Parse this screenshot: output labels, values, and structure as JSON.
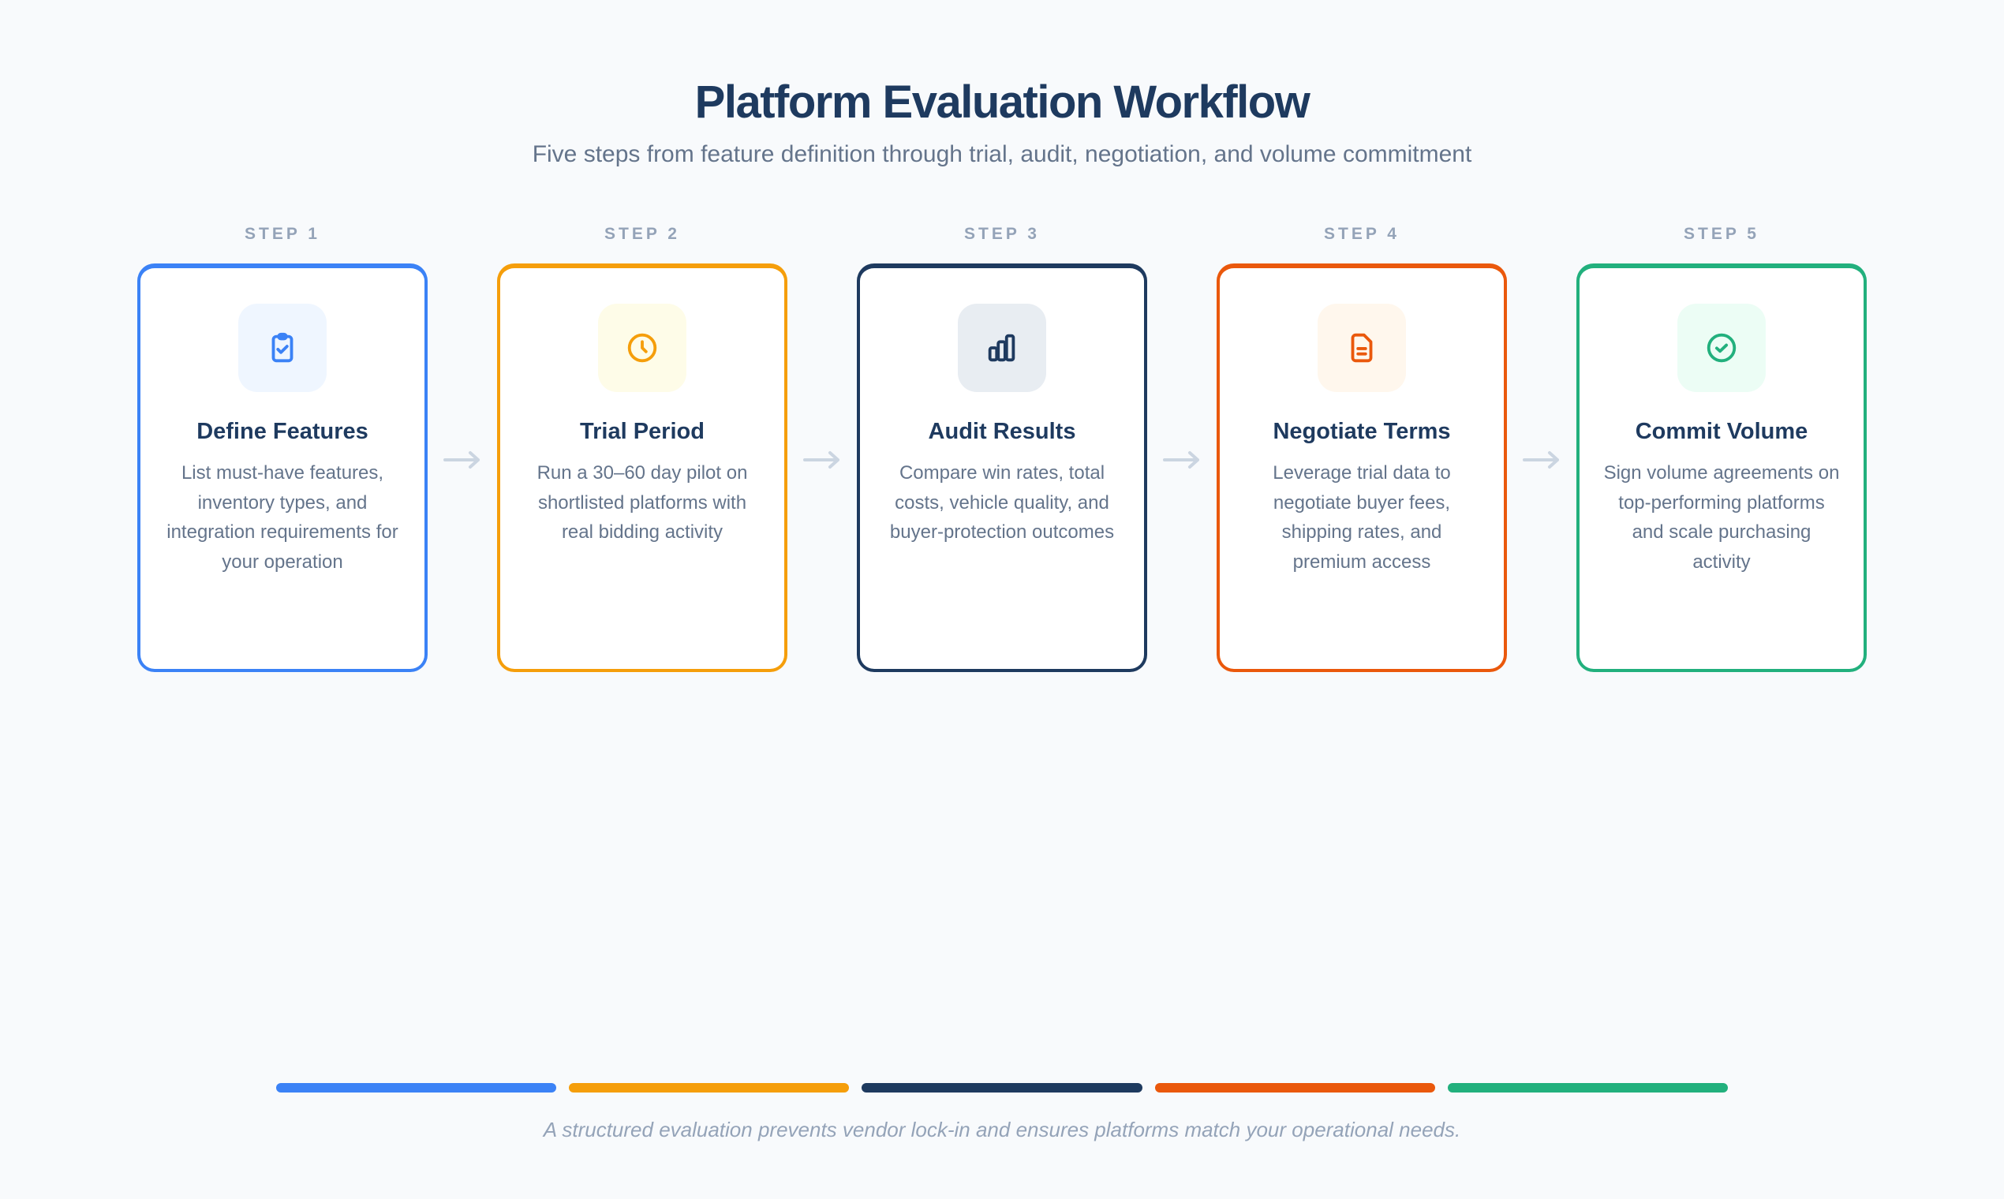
{
  "header": {
    "title": "Platform Evaluation Workflow",
    "subtitle": "Five steps from feature definition through trial, audit, negotiation, and volume commitment"
  },
  "steps": [
    {
      "label": "STEP 1",
      "title": "Define Features",
      "description": "List must-have features, inventory types, and integration requirements for your operation",
      "icon": "clipboard-check-icon",
      "color": "#3b82f6",
      "icon_bg": "#eff6ff"
    },
    {
      "label": "STEP 2",
      "title": "Trial Period",
      "description": "Run a 30–60 day pilot on shortlisted platforms with real bidding activity",
      "icon": "clock-icon",
      "color": "#f59e0b",
      "icon_bg": "#fefce8"
    },
    {
      "label": "STEP 3",
      "title": "Audit Results",
      "description": "Compare win rates, total costs, vehicle quality, and buyer-protection outcomes",
      "icon": "bar-chart-icon",
      "color": "#1e3a5f",
      "icon_bg": "#e8edf2"
    },
    {
      "label": "STEP 4",
      "title": "Negotiate Terms",
      "description": "Leverage trial data to negotiate buyer fees, shipping rates, and premium access",
      "icon": "document-icon",
      "color": "#ea580c",
      "icon_bg": "#fff7ed"
    },
    {
      "label": "STEP 5",
      "title": "Commit Volume",
      "description": "Sign volume agreements on top-performing platforms and scale purchasing activity",
      "icon": "check-circle-icon",
      "color": "#22b07d",
      "icon_bg": "#ecfdf5"
    }
  ],
  "arrow_color": "#cbd5e1",
  "progress_bars": [
    "#3b82f6",
    "#f59e0b",
    "#1e3a5f",
    "#ea580c",
    "#22b07d"
  ],
  "footer": {
    "caption": "A structured evaluation prevents vendor lock-in and ensures platforms match your operational needs."
  }
}
